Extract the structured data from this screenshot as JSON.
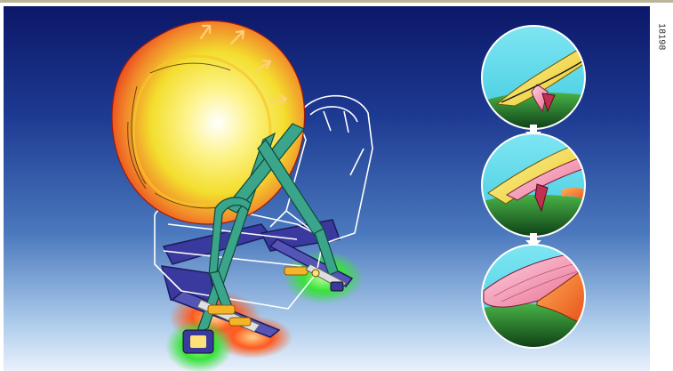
{
  "figure": {
    "reference_code": "18198",
    "description_free": true
  },
  "colors": {
    "background_top": "#0c1768",
    "background_bottom": "#e9f1fb",
    "airbag_outer": "#ef4a1e",
    "airbag_inner": "#fdf38a",
    "belt": "#3aa58a",
    "pretensioner_glow_green": "#38e23a",
    "pretensioner_glow_red": "#ff5a1e",
    "seat_outline": "#ffffff",
    "seat_frame": "#3a3a9e"
  },
  "icons": {
    "sequence_arrow": "down-arrow-icon",
    "expansion_arrow": "expansion-arrow-icon"
  },
  "sequence": {
    "steps": [
      {
        "step": 1,
        "state": "folded"
      },
      {
        "step": 2,
        "state": "unfolding"
      },
      {
        "step": 3,
        "state": "deployed"
      }
    ]
  }
}
